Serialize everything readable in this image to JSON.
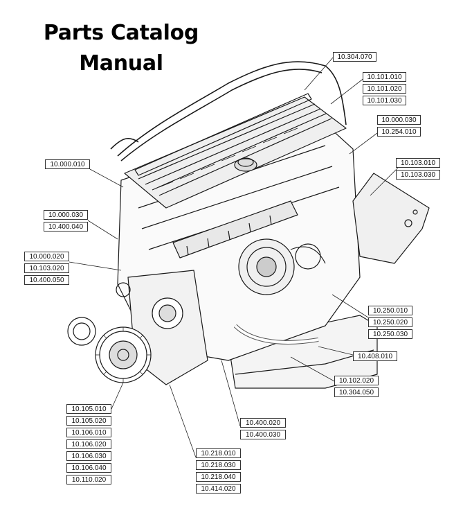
{
  "title": {
    "line1": "Parts Catalog",
    "line2": "Manual"
  },
  "callouts": {
    "c1": [
      "10.304.070"
    ],
    "c2": [
      "10.101.010",
      "10.101.020",
      "10.101.030"
    ],
    "c3": [
      "10.000.030",
      "10.254.010"
    ],
    "c4": [
      "10.103.010",
      "10.103.030"
    ],
    "c5": [
      "10.000.010"
    ],
    "c6": [
      "10.000.030",
      "10.400.040"
    ],
    "c7": [
      "10.000.020",
      "10.103.020",
      "10.400.050"
    ],
    "c8": [
      "10.250.010",
      "10.250.020",
      "10.250.030"
    ],
    "c9": [
      "10.408.010"
    ],
    "c10": [
      "10.102.020",
      "10.304.050"
    ],
    "c11": [
      "10.400.020",
      "10.400.030"
    ],
    "c12": [
      "10.105.010",
      "10.105.020",
      "10.106.010",
      "10.106.020",
      "10.106.030",
      "10.106.040",
      "10.110.020"
    ],
    "c13": [
      "10.218.010",
      "10.218.030",
      "10.218.040",
      "10.414.020"
    ]
  }
}
